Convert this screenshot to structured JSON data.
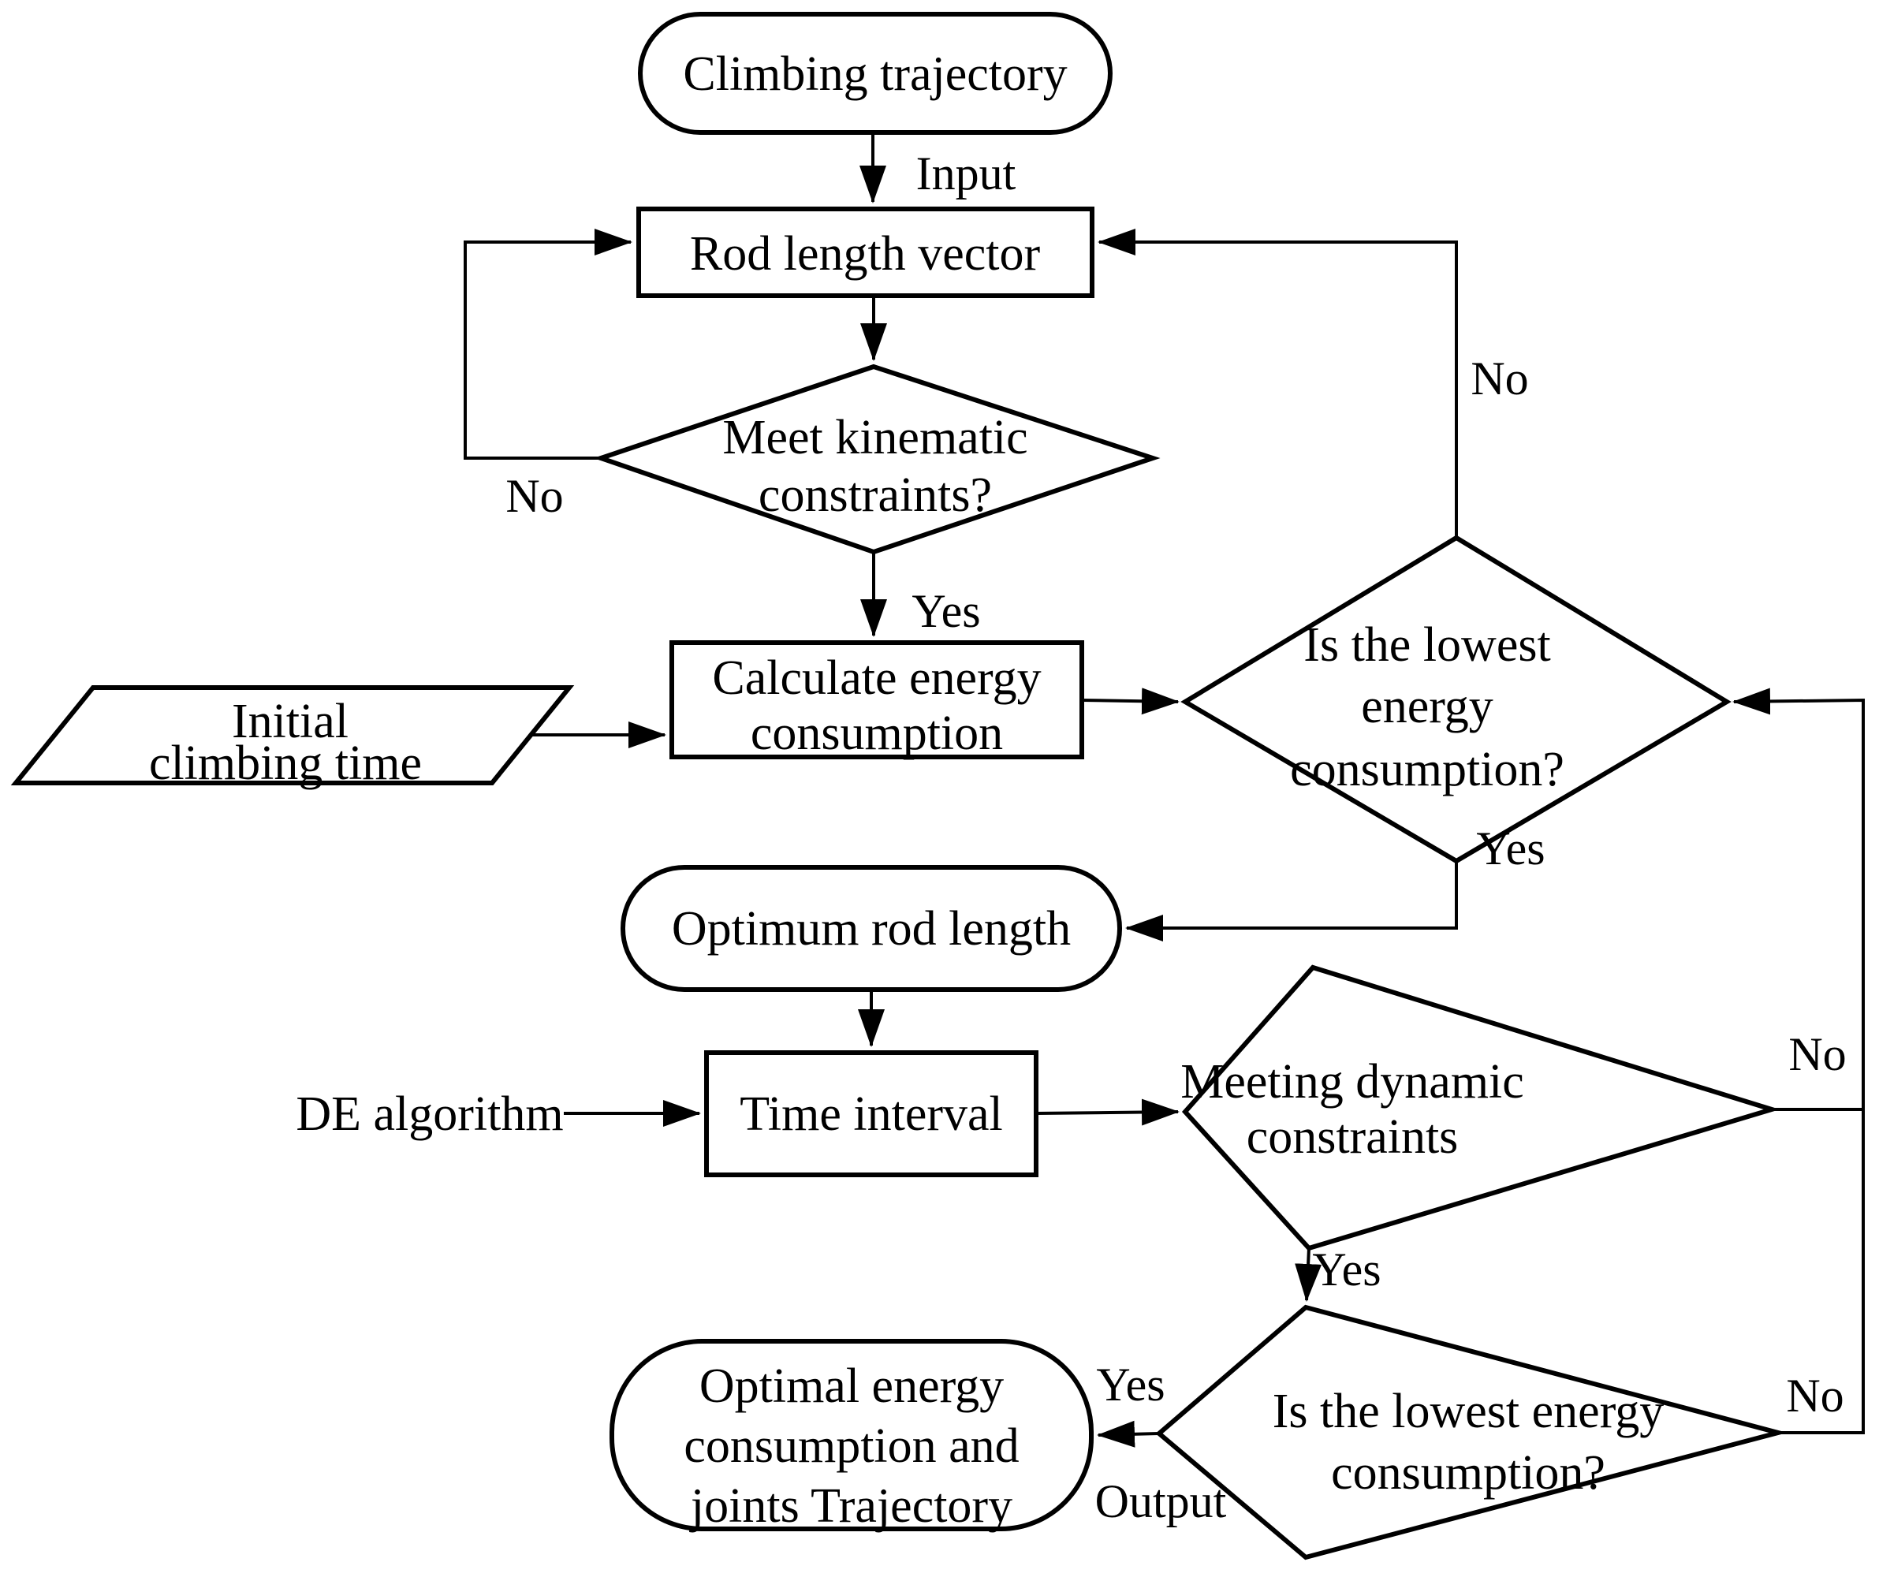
{
  "diagram": {
    "type": "flowchart",
    "colors": {
      "stroke": "#000000",
      "fill": "#ffffff",
      "text": "#000000"
    },
    "nodes": {
      "climbing_trajectory": {
        "shape": "terminator",
        "label": "Climbing trajectory"
      },
      "rod_length_vector": {
        "shape": "process",
        "label": "Rod length vector"
      },
      "meet_kinematic": {
        "shape": "decision",
        "line1": "Meet kinematic",
        "line2": "constraints?"
      },
      "initial_climbing_time": {
        "shape": "data",
        "line1": "Initial",
        "line2": "climbing time"
      },
      "calculate_energy": {
        "shape": "process",
        "line1": "Calculate energy",
        "line2": "consumption"
      },
      "lowest_energy_1": {
        "shape": "decision",
        "line1": "Is the lowest",
        "line2": "energy",
        "line3": "consumption?"
      },
      "optimum_rod_length": {
        "shape": "terminator",
        "label": "Optimum rod length"
      },
      "de_algorithm": {
        "shape": "annotation",
        "label": "DE algorithm"
      },
      "time_interval": {
        "shape": "process",
        "label": "Time interval"
      },
      "meeting_dynamic": {
        "shape": "decision",
        "line1": "Meeting dynamic",
        "line2": "constraints"
      },
      "lowest_energy_2": {
        "shape": "decision",
        "line1": "Is the lowest energy",
        "line2": "consumption?"
      },
      "optimal_output": {
        "shape": "terminator",
        "line1": "Optimal energy",
        "line2": "consumption and",
        "line3": "joints Trajectory"
      }
    },
    "edge_labels": {
      "input": "Input",
      "no_kinematic": "No",
      "yes_kinematic": "Yes",
      "no_lowest1": "No",
      "yes_lowest1": "Yes",
      "no_dynamic": "No",
      "yes_dynamic": "Yes",
      "yes_lowest2": "Yes",
      "output_label": "Output",
      "no_lowest2": "No"
    }
  }
}
